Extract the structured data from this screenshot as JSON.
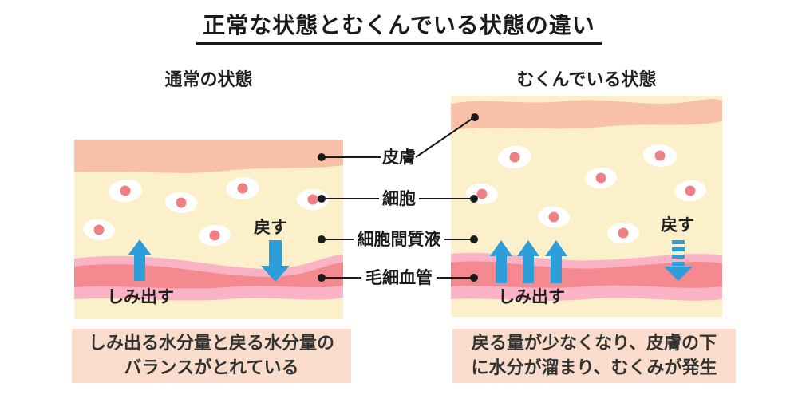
{
  "title": "正常な状態とむくんでいる状態の違い",
  "panels": {
    "left": {
      "subtitle": "通常の状態",
      "seep_label": "しみ出す",
      "return_label": "戻す",
      "caption": [
        "しみ出る水分量と戻る水分量の",
        "バランスがとれている"
      ]
    },
    "right": {
      "subtitle": "むくんでいる状態",
      "seep_label": "しみ出す",
      "return_label": "戻す",
      "caption": [
        "戻る量が少なくなり、皮膚の下",
        "に水分が溜まり、むくみが発生"
      ]
    }
  },
  "legend": {
    "skin": "皮膚",
    "cell": "細胞",
    "interstitial_fluid": "細胞間質液",
    "capillary": "毛細血管"
  },
  "colors": {
    "skin": "#F9C0A8",
    "tissue": "#FCF0CA",
    "cell_body": "#FFFFFF",
    "cell_nucleus": "#EF8083",
    "capillary_outer": "#FAB3C4",
    "capillary_inner": "#F48A90",
    "arrow_blue": "#2E9EDA",
    "caption_bg": "#F9DCCB",
    "text": "#1A1A1A"
  }
}
